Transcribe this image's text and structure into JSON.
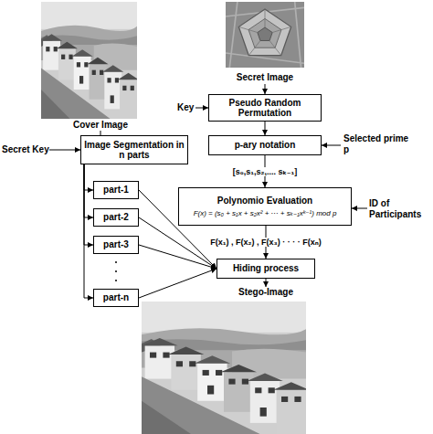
{
  "diagram": {
    "nodes": [
      {
        "text": [
          "Image Segmentation in n parts"
        ]
      },
      {
        "text": [
          "part-1"
        ]
      },
      {
        "text": [
          "part-2"
        ]
      },
      {
        "text": [
          "part-3"
        ]
      },
      {
        "text": [
          "part-n"
        ]
      },
      {
        "text": [
          "Pseudo Random Permutation"
        ]
      },
      {
        "text": [
          "p-ary notation"
        ]
      },
      {
        "text": [
          "Polynomio Evaluation",
          "F(x) = (s₀ + s₁x + s₂x² + ··· + sₖ₋₁xᵏ⁻¹) mod p"
        ]
      },
      {
        "text": [
          "Hiding process"
        ]
      }
    ],
    "edges": [
      {
        "from": 0,
        "to": 1,
        "arrow": "to"
      },
      {
        "from": 0,
        "to": 2,
        "arrow": "to"
      },
      {
        "from": 0,
        "to": 3,
        "arrow": "to"
      },
      {
        "from": 0,
        "to": 4,
        "arrow": "to"
      },
      {
        "from": 1,
        "to": 8,
        "arrow": "to"
      },
      {
        "from": 2,
        "to": 8,
        "arrow": "to"
      },
      {
        "from": 3,
        "to": 8,
        "arrow": "to"
      },
      {
        "from": 4,
        "to": 8,
        "arrow": "to"
      },
      {
        "from": 5,
        "to": 6,
        "arrow": "to"
      },
      {
        "from": 6,
        "to": 7,
        "arrow": "to",
        "label": "[s₀,s₁,s₂,.... sₖ₋₁]"
      },
      {
        "from": 7,
        "to": 8,
        "arrow": "to",
        "label": "F(x₁) , F(x₂) , F(x₃) · · · · F(xₙ)"
      }
    ],
    "labels": [
      "Cover Image",
      "Secret Key",
      "Secret Image",
      "Key",
      "Selected prime p",
      "ID of Participants",
      "Stego-Image"
    ]
  }
}
